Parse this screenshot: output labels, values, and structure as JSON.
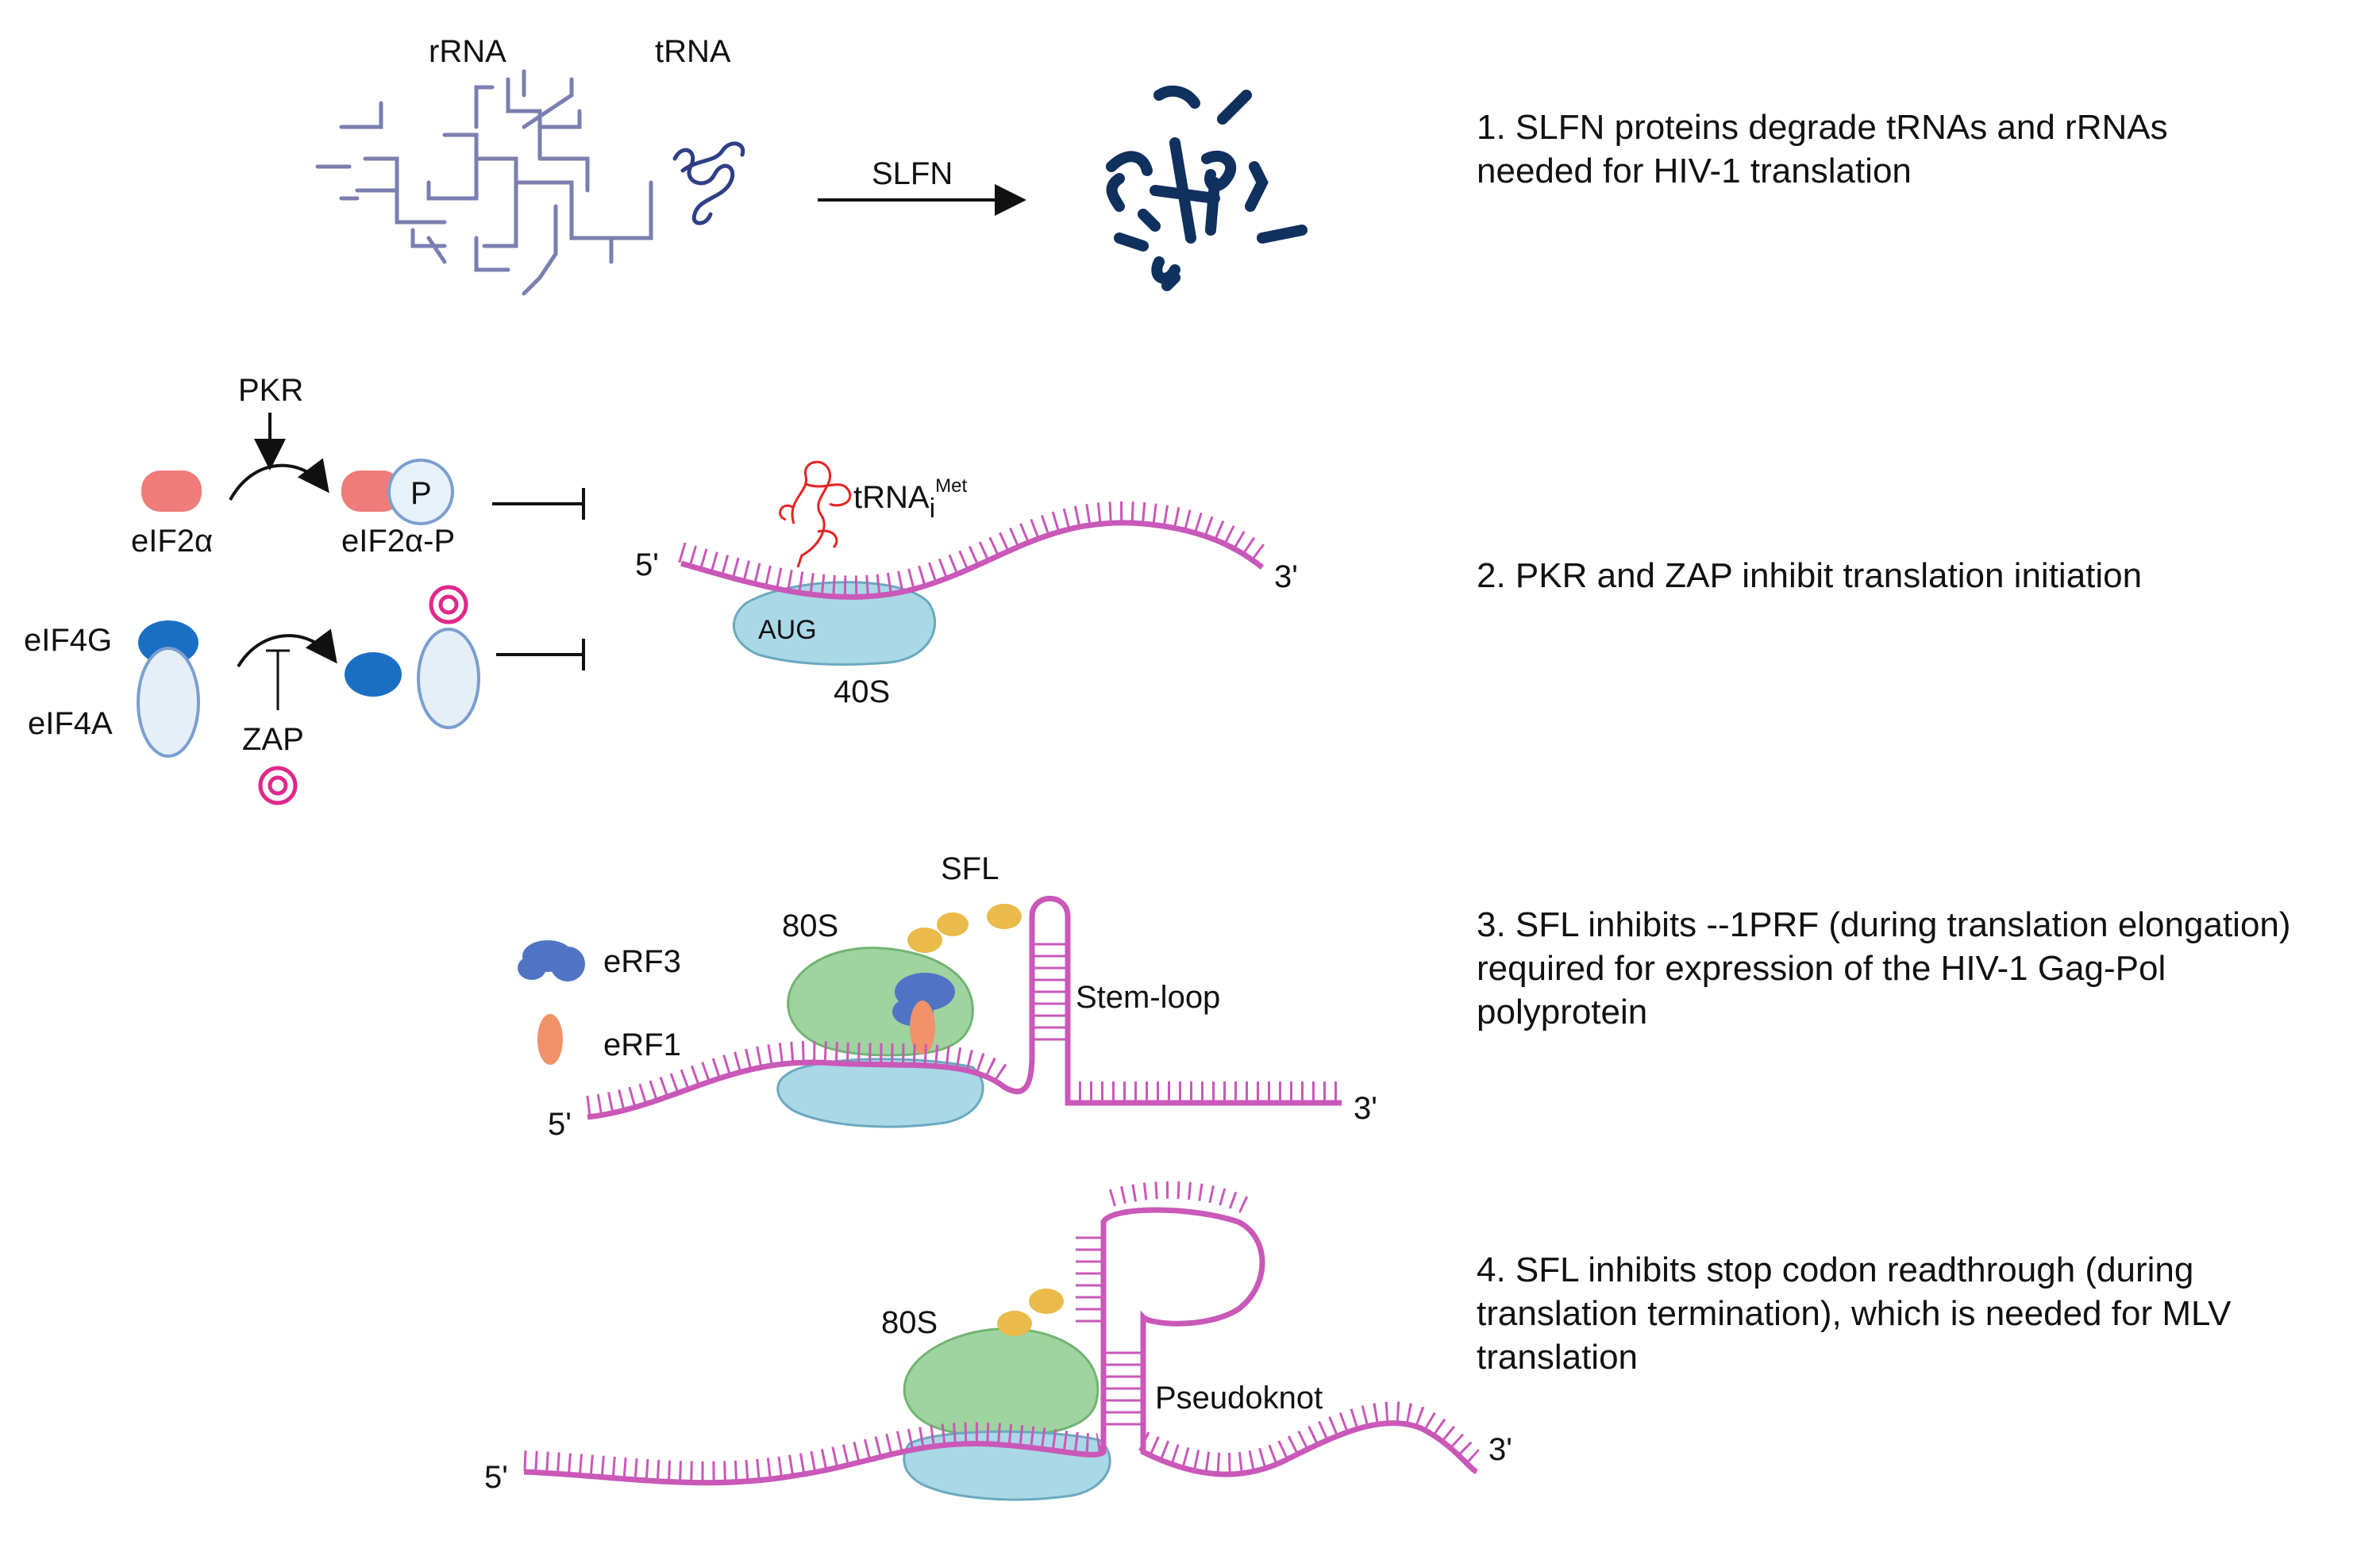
{
  "panel1": {
    "rrna_label": "rRNA",
    "trna_label": "tRNA",
    "arrow_label": "SLFN",
    "description_line1": "1. SLFN proteins degrade tRNAs and rRNAs",
    "description_line2": "needed for HIV-1 translation"
  },
  "panel2": {
    "pkr_label": "PKR",
    "eif2a_label": "eIF2α",
    "eif2ap_label": "eIF2α-P",
    "phospho_label": "P",
    "eif4g_label": "eIF4G",
    "eif4a_label": "eIF4A",
    "zap_label": "ZAP",
    "trna_met_label": "tRNA",
    "trna_met_sub": "i",
    "trna_met_sup": "Met",
    "five_prime": "5'",
    "three_prime": "3'",
    "aug_label": "AUG",
    "ribosome_label": "40S",
    "description": "2. PKR and ZAP inhibit translation initiation"
  },
  "panel3": {
    "erf3_label": "eRF3",
    "erf1_label": "eRF1",
    "ribosome_label": "80S",
    "sfl_label": "SFL",
    "stemloop_label": "Stem-loop",
    "five_prime": "5'",
    "three_prime": "3'",
    "description_line1": "3. SFL inhibits --1PRF (during translation elongation)",
    "description_line2": "required for expression of the HIV-1 Gag-Pol",
    "description_line3": "polyprotein"
  },
  "panel4": {
    "ribosome_label": "80S",
    "pseudoknot_label": "Pseudoknot",
    "five_prime": "5'",
    "three_prime": "3'",
    "description_line1": "4. SFL inhibits stop codon readthrough (during",
    "description_line2": "translation termination), which is needed for MLV",
    "description_line3": "translation"
  },
  "colors": {
    "mrna": "#c958b8",
    "small_subunit": "#a9d8e6",
    "large_subunit": "#9fd39f",
    "eif2a": "#f07b7b",
    "eif4g": "#1a6fc4",
    "eif4a_fill": "#e6eef8",
    "zap": "#e0288c",
    "sfl": "#eabb4a",
    "erf3": "#4f74c4",
    "erf1": "#f0926a",
    "trna_red": "#e52222",
    "fragments": "#10305e"
  }
}
